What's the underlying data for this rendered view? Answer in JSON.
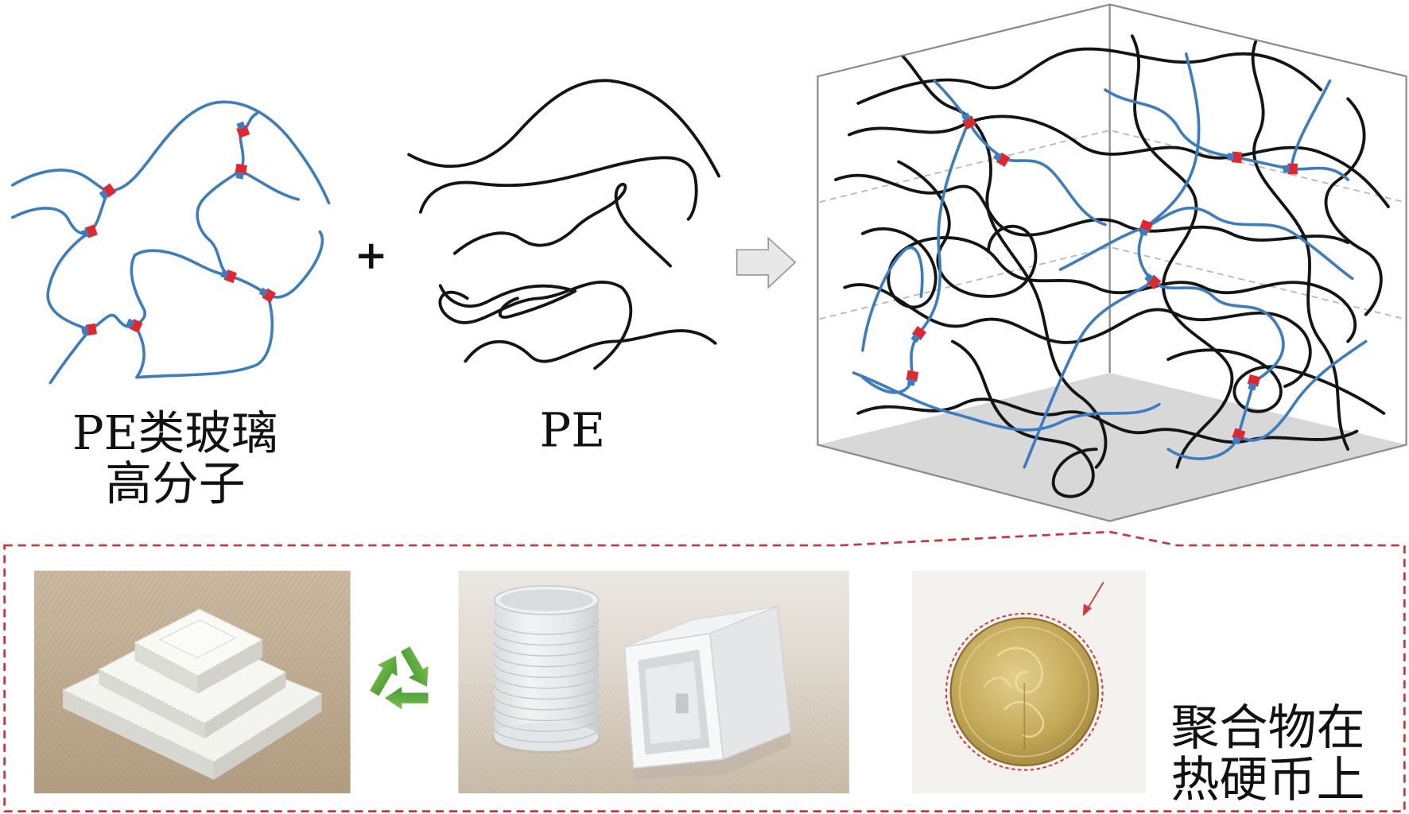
{
  "labels": {
    "vitrimer_line1": "PE类玻璃",
    "vitrimer_line2": "高分子",
    "plus": "+",
    "pe": "PE",
    "caption_line1": "聚合物在",
    "caption_line2": "热硬币上"
  },
  "colors": {
    "vitrimer_chain": "#3b7dc0",
    "pe_chain": "#141414",
    "crosslink": "#e2262c",
    "callout_border": "#d0323a"
  },
  "icons": {
    "process_arrow": "arrow-right-icon",
    "recycle": "recycle-icon",
    "coin_pointer": "arrow-pointer-icon"
  }
}
